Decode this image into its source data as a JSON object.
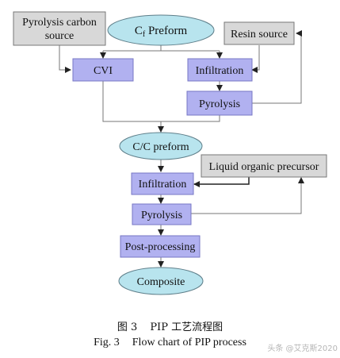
{
  "nodes": {
    "pyrolysis_carbon_source": "Pyrolysis carbon source",
    "cf_preform_main": "C",
    "cf_preform_sub": "f",
    "cf_preform_rest": " Preform",
    "resin_source": "Resin source",
    "cvi": "CVI",
    "infiltration_1": "Infiltration",
    "pyrolysis_1": "Pyrolysis",
    "cc_preform": "C/C preform",
    "liquid_organic_precursor": "Liquid organic precursor",
    "infiltration_2": "Infiltration",
    "pyrolysis_2": "Pyrolysis",
    "post_processing": "Post-processing",
    "composite": "Composite"
  },
  "caption": {
    "cn_num": "图 3",
    "cn_title": "PIP 工艺流程图",
    "en_num": "Fig. 3",
    "en_title": "Flow chart of PIP process"
  },
  "watermark": "头条 @艾克斯2020",
  "colors": {
    "gray_box": "#d8d8d8",
    "purple_box": "#b1b1f0",
    "ellipse": "#b8e4ee",
    "edge": "#555555"
  }
}
